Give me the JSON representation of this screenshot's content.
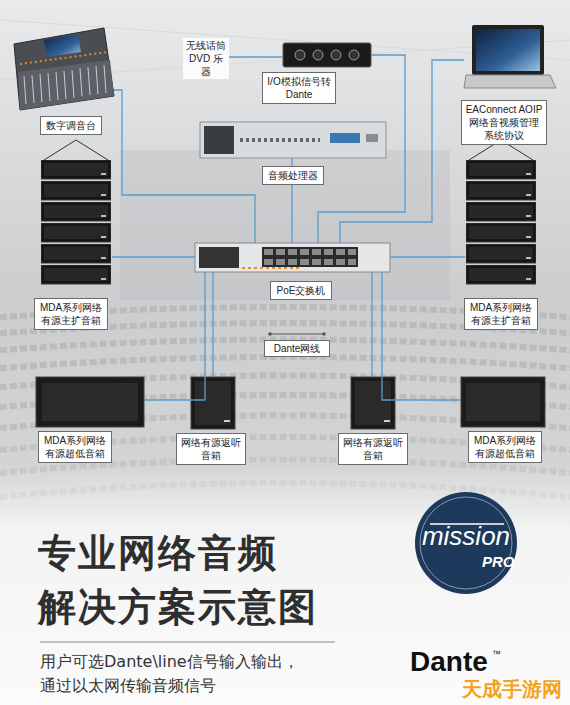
{
  "diagram": {
    "title": "专业网络音频 解决方案示意图",
    "caption": "用户可选Dante\\line信号输入输出， 通过以太网传输音频信号",
    "nodes": [
      {
        "text": [
          "数字调音台"
        ]
      },
      {
        "text": [
          "无线话筒 DVD 乐器"
        ]
      },
      {
        "text": [
          "I/O模拟信号转 Dante"
        ]
      },
      {
        "text": [
          "EAConnect AOIP",
          "网络音视频管理系统协议"
        ]
      },
      {
        "text": [
          "音频处理器"
        ]
      },
      {
        "text": [
          "PoE交换机"
        ]
      },
      {
        "text": [
          "MDA系列网络有源主扩音箱"
        ]
      },
      {
        "text": [
          "MDA系列网络有源主扩音箱"
        ]
      },
      {
        "text": [
          "MDA系列网络有源超低音箱"
        ]
      },
      {
        "text": [
          "网络有源返听音箱"
        ]
      },
      {
        "text": [
          "网络有源返听音箱"
        ]
      },
      {
        "text": [
          "MDA系列网络有源超低音箱"
        ]
      }
    ],
    "edges": [
      {
        "from": 0,
        "to": 5,
        "arrow": "none"
      },
      {
        "from": 1,
        "to": 2,
        "arrow": "none"
      },
      {
        "from": 2,
        "to": 5,
        "arrow": "none"
      },
      {
        "from": 3,
        "to": 5,
        "arrow": "none"
      },
      {
        "from": 4,
        "to": 5,
        "arrow": "none"
      },
      {
        "from": 5,
        "to": 6,
        "arrow": "none"
      },
      {
        "from": 5,
        "to": 7,
        "arrow": "none"
      },
      {
        "from": 5,
        "to": 8,
        "arrow": "none"
      },
      {
        "from": 5,
        "to": 9,
        "arrow": "none"
      },
      {
        "from": 5,
        "to": 10,
        "arrow": "none"
      },
      {
        "from": 5,
        "to": 11,
        "arrow": "none"
      }
    ],
    "labels": [
      "mission",
      "PRO",
      "Dante",
      "™",
      "天成手游网"
    ],
    "legend": [
      {
        "text": "Dante网线"
      }
    ]
  }
}
